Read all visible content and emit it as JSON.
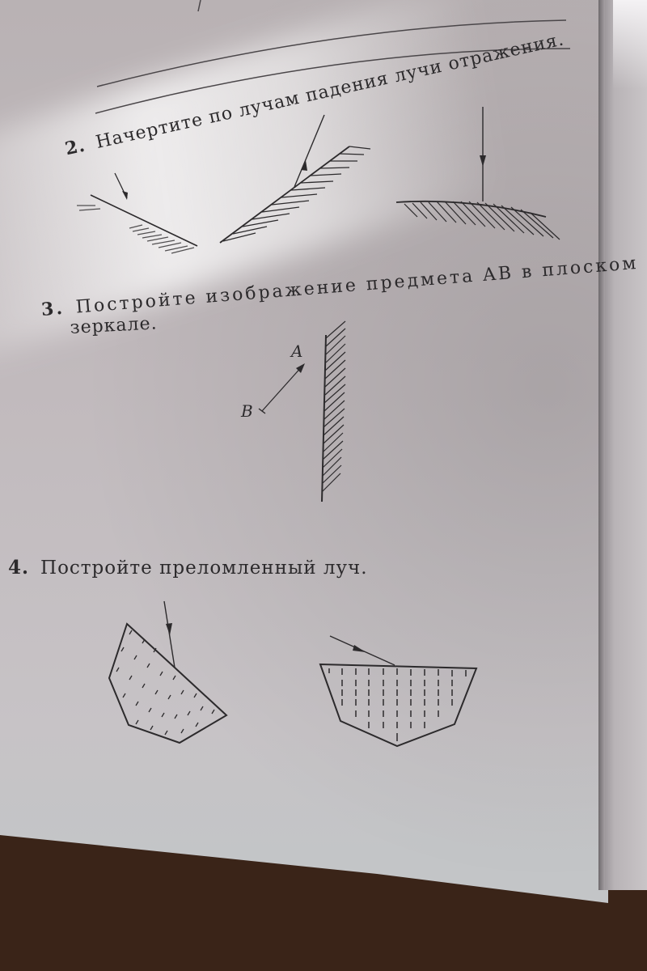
{
  "document": {
    "type": "physics workbook page (photo)",
    "language": "ru"
  },
  "tasks": [
    {
      "number": "2.",
      "text": "Начертите по лучам падения лучи отражения.",
      "diagrams": [
        "inclined-mirror-left",
        "inclined-mirror-right",
        "curved-mirror"
      ]
    },
    {
      "number": "3.",
      "text_line1": "Постройте изображение предмета AB в плоском",
      "text_line2": "зеркале.",
      "labels": {
        "a": "A",
        "b": "B"
      },
      "diagrams": [
        "plane-mirror-vertical",
        "object-arrow-ab"
      ]
    },
    {
      "number": "4.",
      "text": "Постройте преломленный луч.",
      "diagrams": [
        "prism-tilted",
        "prism-trapezoid"
      ]
    }
  ],
  "colors": {
    "ink": "#2c2a2c",
    "paper": "#c1babd",
    "table": "#3a2418"
  }
}
